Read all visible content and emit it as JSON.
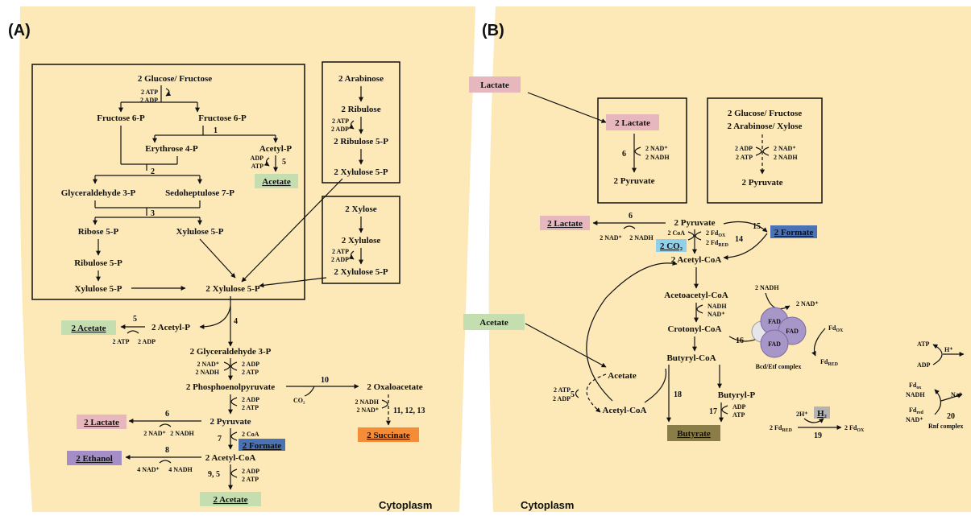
{
  "panels": {
    "a": "(A)",
    "b": "(B)"
  },
  "cytoplasm": "Cytoplasm",
  "a": {
    "glucose": "2 Glucose/ Fructose",
    "atp2": "2 ATP",
    "adp2": "2 ADP",
    "f6p": "Fructose 6-P",
    "e1": "1",
    "erythrose": "Erythrose 4-P",
    "acetylp": "Acetyl-P",
    "adp": "ADP",
    "atp": "ATP",
    "e5": "5",
    "acetate": "Acetate",
    "e2": "2",
    "g3p": "Glyceraldehyde 3-P",
    "s7p": "Sedoheptulose 7-P",
    "e3": "3",
    "r5p": "Ribose 5-P",
    "xu5p": "Xylulose 5-P",
    "ru5p": "Ribulose 5-P",
    "xu5p2": "2 Xylulose 5-P",
    "arabinose": "2 Arabinose",
    "ribulose": "2 Ribulose",
    "ru5p2": "2 Ribulose 5-P",
    "xylose": "2 Xylose",
    "xylulose": "2 Xylulose",
    "e4": "4",
    "acetate2": "2 Acetate",
    "acetylp2": "2 Acetyl-P",
    "g3p2": "2 Glyceraldehyde 3-P",
    "nad2": "2 NAD⁺",
    "nadh2": "2 NADH",
    "pep": "2 Phosphoenolpyruvate",
    "e10": "10",
    "oaa": "2 Oxaloacetate",
    "co2": "CO₂",
    "e111213": "11, 12, 13",
    "succinate": "2 Succinate",
    "e6": "6",
    "lactate2": "2 Lactate",
    "pyruvate2": "2 Pyruvate",
    "e7": "7",
    "coa2": "2 CoA",
    "formate2": "2 Formate",
    "e8": "8",
    "ethanol2": "2 Ethanol",
    "nad4": "4 NAD⁺",
    "nadh4": "4 NADH",
    "acetylcoa2": "2 Acetyl-CoA",
    "e95": "9, 5"
  },
  "b": {
    "lactate": "Lactate",
    "acetate": "Acetate",
    "lactate2": "2 Lactate",
    "e6": "6",
    "nad2": "2 NAD⁺",
    "nadh2": "2 NADH",
    "pyruvate2": "2 Pyruvate",
    "glucose": "2 Glucose/ Fructose",
    "arab": "2 Arabinose/ Xylose",
    "adp2": "2 ADP",
    "atp2": "2 ATP",
    "coa2": "2 CoA",
    "fdox": "2 Fd",
    "fdred": "2 Fd",
    "sub_ox": "OX",
    "sub_red": "RED",
    "e14": "14",
    "e15": "15",
    "formate2": "2 Formate",
    "co2": "2 CO₂",
    "acetylcoa2": "2 Acetyl-CoA",
    "acetoacetyl": "Acetoacetyl-CoA",
    "nadh": "NADH",
    "nad": "NAD⁺",
    "crotonyl": "Crotonyl-CoA",
    "nadh2b": "2 NADH",
    "nad2b": "2 NAD⁺",
    "fad": "FAD",
    "fdox1": "Fd",
    "fdred1": "Fd",
    "e16": "16",
    "bcd": "Bcd/Etf complex",
    "butyryl": "Butyryl-CoA",
    "acetate_in": "Acetate",
    "acetylcoa": "Acetyl-CoA",
    "e5": "5",
    "e18": "18",
    "butyrylp": "Butyryl-P",
    "e17": "17",
    "adp": "ADP",
    "atp": "ATP",
    "butyrate": "Butyrate",
    "h2ion": "2H⁺",
    "h2": "H₂",
    "fdred2": "2 Fd",
    "e19": "19",
    "fdox2": "2 Fd",
    "atp_r": "ATP",
    "adp_r": "ADP",
    "hplus": "H⁺",
    "fdox_r": "Fd",
    "nadh_r": "NADH",
    "naplus": "Na⁺",
    "fdred_r": "Fd",
    "nad_r": "NAD⁺",
    "sub_ox2": "ox",
    "sub_red2": "red",
    "e20": "20",
    "rnf": "Rnf complex"
  },
  "colors": {
    "cytoplasm": "#fde9b8",
    "lactate": "#e6b8bd",
    "acetate": "#c5deb0",
    "formate": "#4b72b5",
    "co2": "#8fd0ea",
    "ethanol": "#a58ec7",
    "succinate": "#f58d38",
    "butyrate": "#8a7d47",
    "h2": "#b3b3b3",
    "fad": "#a796c8"
  }
}
